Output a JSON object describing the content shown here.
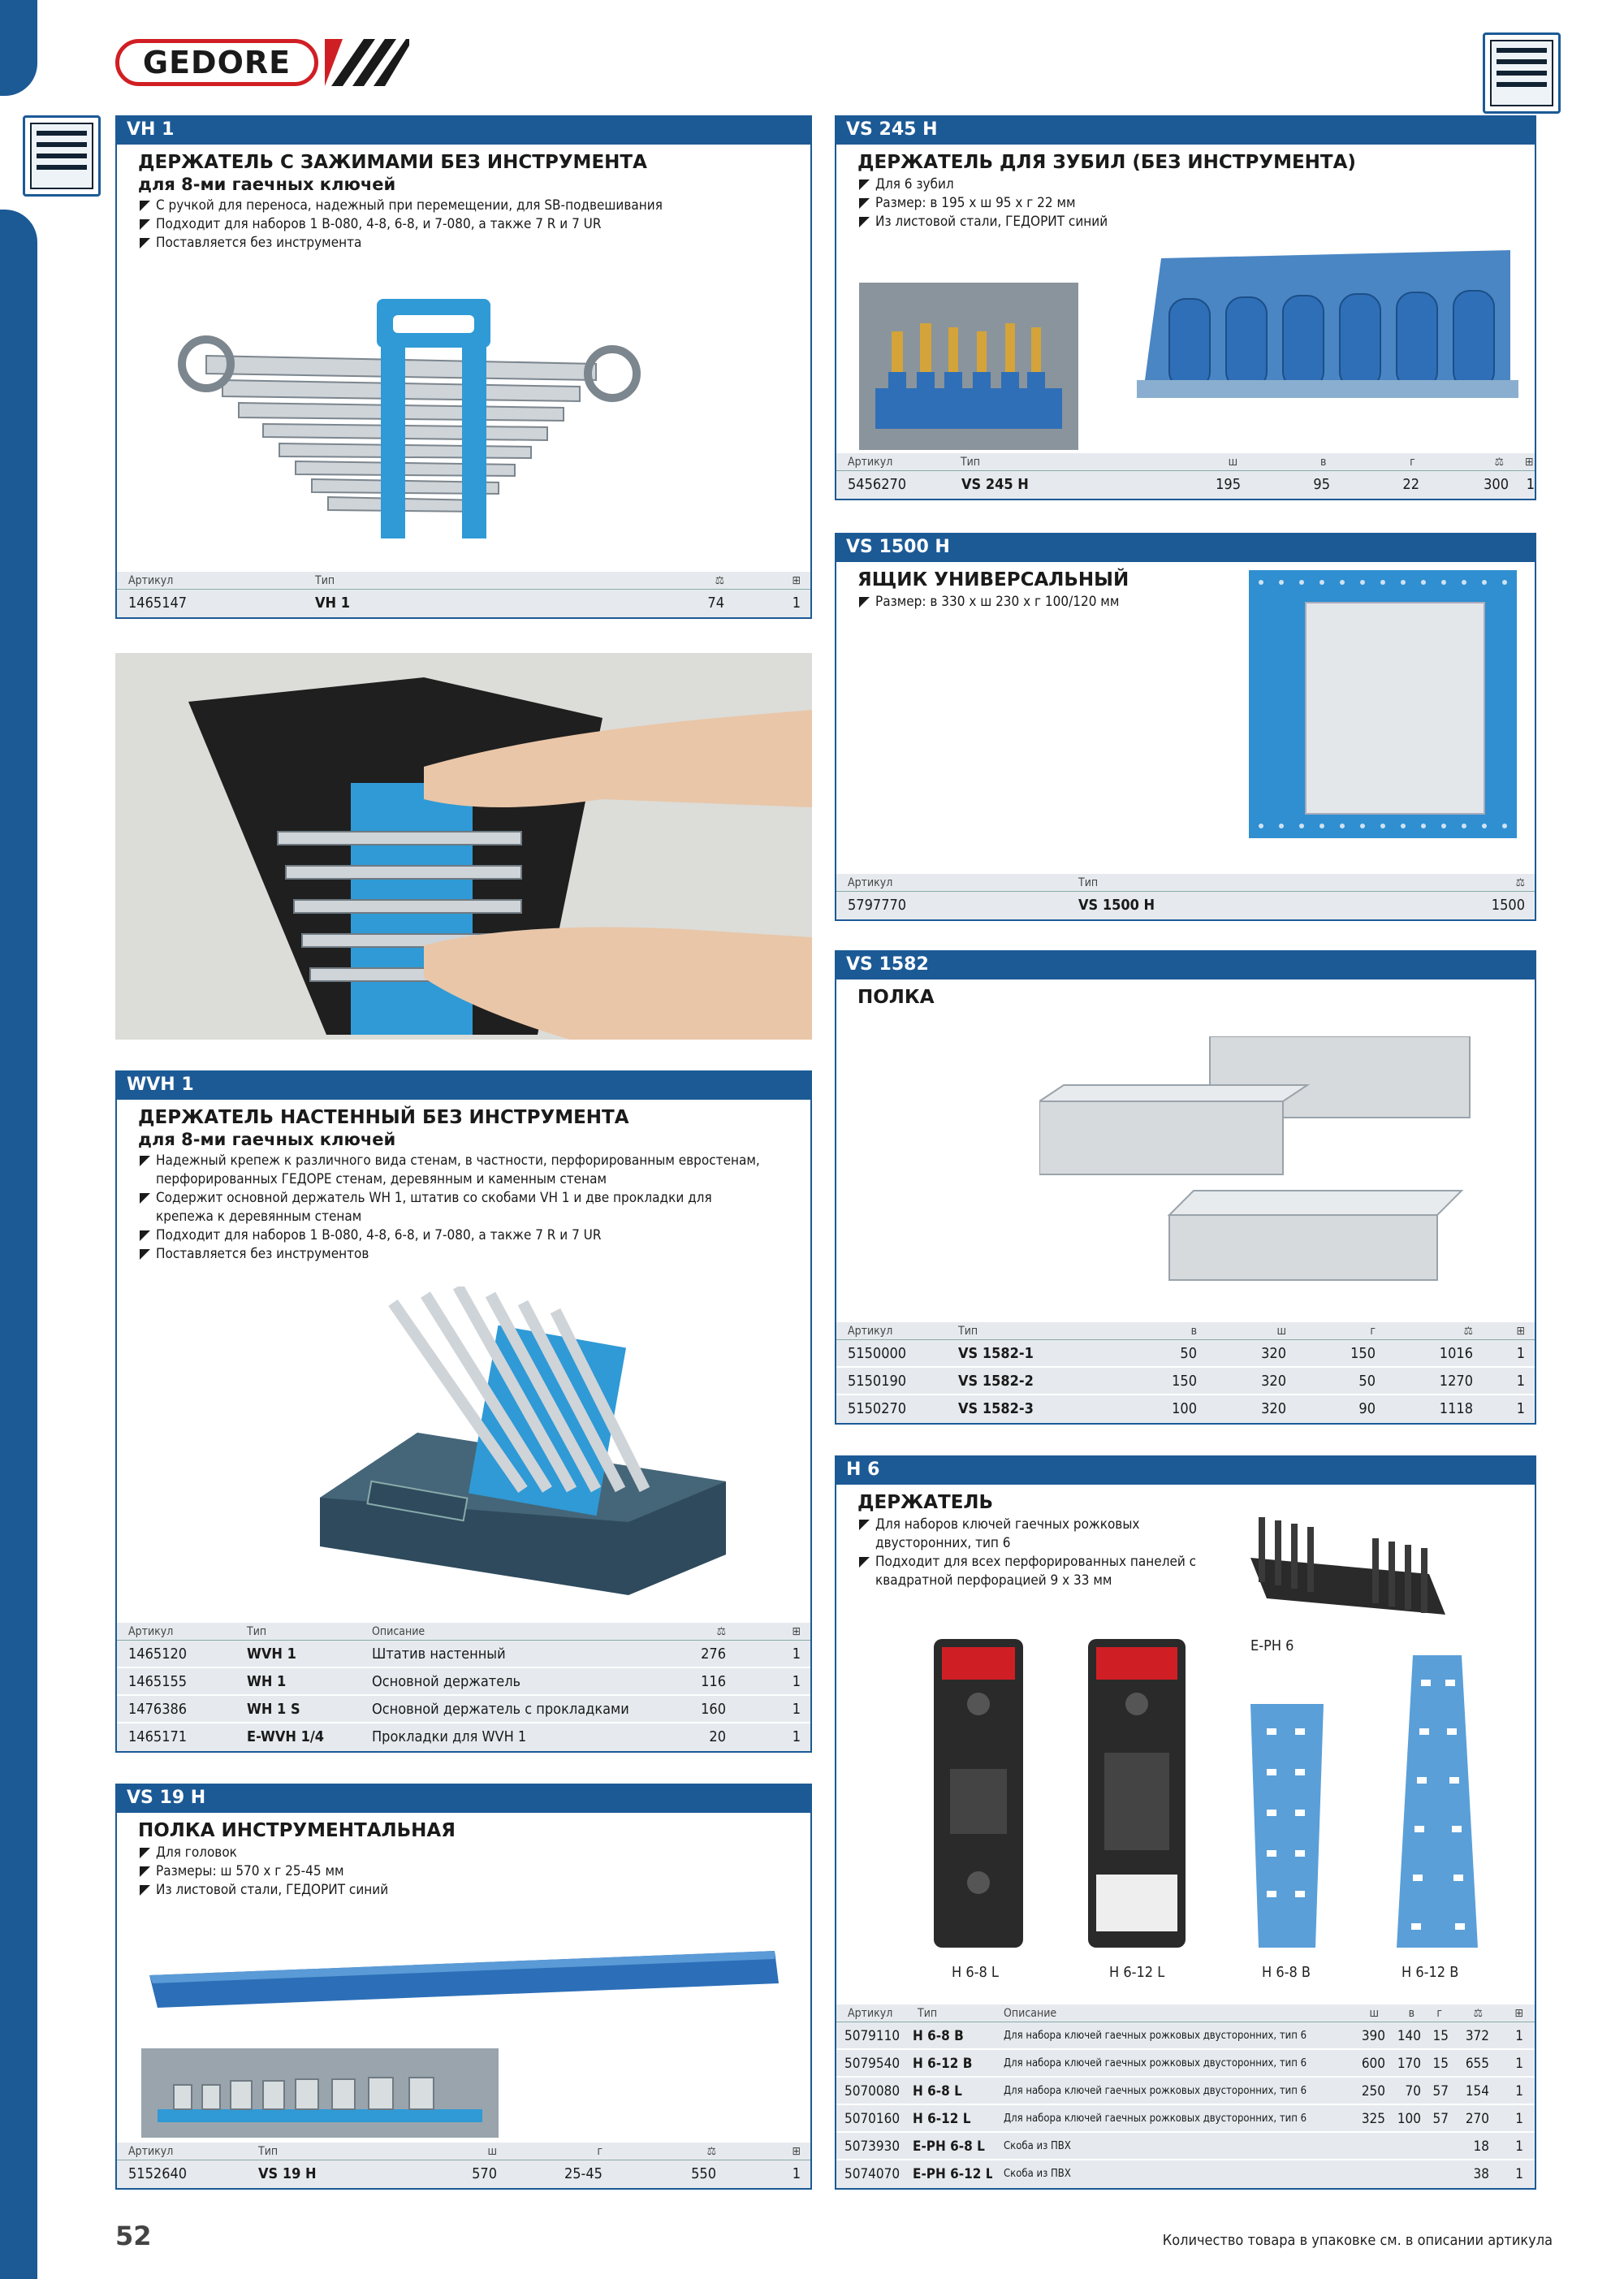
{
  "header": {
    "logo_text": "GEDORE",
    "page_number": "52",
    "footnote": "Количество товара в упаковке см. в описании артикула"
  },
  "colors": {
    "brand_blue": "#1c5a96",
    "logo_red": "#d01f24",
    "table_bg": "#e6eaee"
  },
  "icons": {
    "table_weight": "scale-icon",
    "table_pack": "package-icon",
    "tab": "tool-cabinet-icon"
  },
  "vh1": {
    "code": "VH 1",
    "title": "ДЕРЖАТЕЛЬ С ЗАЖИМАМИ БЕЗ ИНСТРУМЕНТА",
    "subtitle": "для 8-ми гаечных ключей",
    "features": [
      "С ручкой для переноса, надежный при перемещении, для SB-подвешивания",
      "Подходит для наборов 1 B-080, 4-8, 6-8, и 7-080, а также 7 R и 7 UR",
      "Поставляется без инструмента"
    ],
    "table": {
      "headers": [
        "Артикул",
        "Тип"
      ],
      "rows": [
        {
          "art": "1465147",
          "type": "VH 1",
          "weight": "74",
          "pack": "1"
        }
      ]
    }
  },
  "vs245h": {
    "code": "VS 245 H",
    "title": "ДЕРЖАТЕЛЬ ДЛЯ ЗУБИЛ (БЕЗ ИНСТРУМЕНТА)",
    "features": [
      "Для 6 зубил",
      "Размер: в 195 x ш 95 x г 22 мм",
      "Из листовой стали, ГЕДОРИТ синий"
    ],
    "table": {
      "headers": [
        "Артикул",
        "Тип",
        "ш",
        "в",
        "г"
      ],
      "rows": [
        {
          "art": "5456270",
          "type": "VS 245 H",
          "w": "195",
          "h": "95",
          "d": "22",
          "weight": "300",
          "pack": "1"
        }
      ]
    }
  },
  "vs1500h": {
    "code": "VS 1500 H",
    "title": "ЯЩИК УНИВЕРСАЛЬНЫЙ",
    "features": [
      "Размер: в 330 x ш 230 x г 100/120 мм"
    ],
    "table": {
      "headers": [
        "Артикул",
        "Тип"
      ],
      "rows": [
        {
          "art": "5797770",
          "type": "VS 1500 H",
          "weight": "1500"
        }
      ]
    }
  },
  "vs1582": {
    "code": "VS 1582",
    "title": "ПОЛКА",
    "table": {
      "headers": [
        "Артикул",
        "Тип",
        "в",
        "ш",
        "г"
      ],
      "rows": [
        {
          "art": "5150000",
          "type": "VS 1582-1",
          "h": "50",
          "w": "320",
          "d": "150",
          "weight": "1016",
          "pack": "1"
        },
        {
          "art": "5150190",
          "type": "VS 1582-2",
          "h": "150",
          "w": "320",
          "d": "50",
          "weight": "1270",
          "pack": "1"
        },
        {
          "art": "5150270",
          "type": "VS 1582-3",
          "h": "100",
          "w": "320",
          "d": "90",
          "weight": "1118",
          "pack": "1"
        }
      ]
    }
  },
  "wvh1": {
    "code": "WVH 1",
    "title": "ДЕРЖАТЕЛЬ НАСТЕННЫЙ БЕЗ ИНСТРУМЕНТА",
    "subtitle": "для 8-ми гаечных ключей",
    "features": [
      "Надежный крепеж к различного вида стенам, в частности, перфорированным евростенам, перфорированных ГЕДОРЕ стенам, деревянным и каменным стенам",
      "Содержит основной держатель WH 1, штатив со скобами VH 1 и две прокладки для крепежа к деревянным стенам",
      "Подходит для наборов 1 B-080, 4-8, 6-8, и 7-080, а также 7 R и 7 UR",
      "Поставляется без инструментов"
    ],
    "table": {
      "headers": [
        "Артикул",
        "Тип",
        "Описание"
      ],
      "rows": [
        {
          "art": "1465120",
          "type": "WVH 1",
          "desc": "Штатив настенный",
          "weight": "276",
          "pack": "1"
        },
        {
          "art": "1465155",
          "type": "WH 1",
          "desc": "Основной держатель",
          "weight": "116",
          "pack": "1"
        },
        {
          "art": "1476386",
          "type": "WH 1 S",
          "desc": "Основной держатель с прокладками",
          "weight": "160",
          "pack": "1"
        },
        {
          "art": "1465171",
          "type": "E-WVH 1/4",
          "desc": "Прокладки для WVH 1",
          "weight": "20",
          "pack": "1"
        }
      ]
    }
  },
  "h6": {
    "code": "H 6",
    "title": "ДЕРЖАТЕЛЬ",
    "features": [
      "Для наборов ключей гаечных рожковых двусторонних, тип 6",
      "Подходит для всех перфорированных панелей с квадратной перфорацией 9 x 33 мм"
    ],
    "captions": [
      "E-PH 6",
      "H 6-8 L",
      "H 6-12 L",
      "H 6-8 B",
      "H 6-12 B"
    ],
    "table": {
      "headers": [
        "Артикул",
        "Тип",
        "Описание",
        "ш",
        "в",
        "г"
      ],
      "rows": [
        {
          "art": "5079110",
          "type": "H 6-8 B",
          "desc": "Для набора ключей гаечных рожковых двусторонних, тип 6",
          "w": "390",
          "h": "140",
          "d": "15",
          "weight": "372",
          "pack": "1"
        },
        {
          "art": "5079540",
          "type": "H 6-12 B",
          "desc": "Для набора ключей гаечных рожковых двусторонних, тип 6",
          "w": "600",
          "h": "170",
          "d": "15",
          "weight": "655",
          "pack": "1"
        },
        {
          "art": "5070080",
          "type": "H 6-8 L",
          "desc": "Для набора ключей гаечных рожковых двусторонних, тип 6",
          "w": "250",
          "h": "70",
          "d": "57",
          "weight": "154",
          "pack": "1"
        },
        {
          "art": "5070160",
          "type": "H 6-12 L",
          "desc": "Для набора ключей гаечных рожковых двусторонних, тип 6",
          "w": "325",
          "h": "100",
          "d": "57",
          "weight": "270",
          "pack": "1"
        },
        {
          "art": "5073930",
          "type": "E-PH 6-8 L",
          "desc": "Скоба из ПВХ",
          "w": "",
          "h": "",
          "d": "",
          "weight": "18",
          "pack": "1"
        },
        {
          "art": "5074070",
          "type": "E-PH 6-12 L",
          "desc": "Скоба из ПВХ",
          "w": "",
          "h": "",
          "d": "",
          "weight": "38",
          "pack": "1"
        }
      ]
    }
  },
  "vs19h": {
    "code": "VS 19 H",
    "title": "ПОЛКА ИНСТРУМЕНТАЛЬНАЯ",
    "features": [
      "Для головок",
      "Размеры: ш 570 x г 25-45 мм",
      "Из листовой стали, ГЕДОРИТ синий"
    ],
    "table": {
      "headers": [
        "Артикул",
        "Тип",
        "ш",
        "г"
      ],
      "rows": [
        {
          "art": "5152640",
          "type": "VS 19 H",
          "w": "570",
          "d": "25-45",
          "weight": "550",
          "pack": "1"
        }
      ]
    }
  }
}
